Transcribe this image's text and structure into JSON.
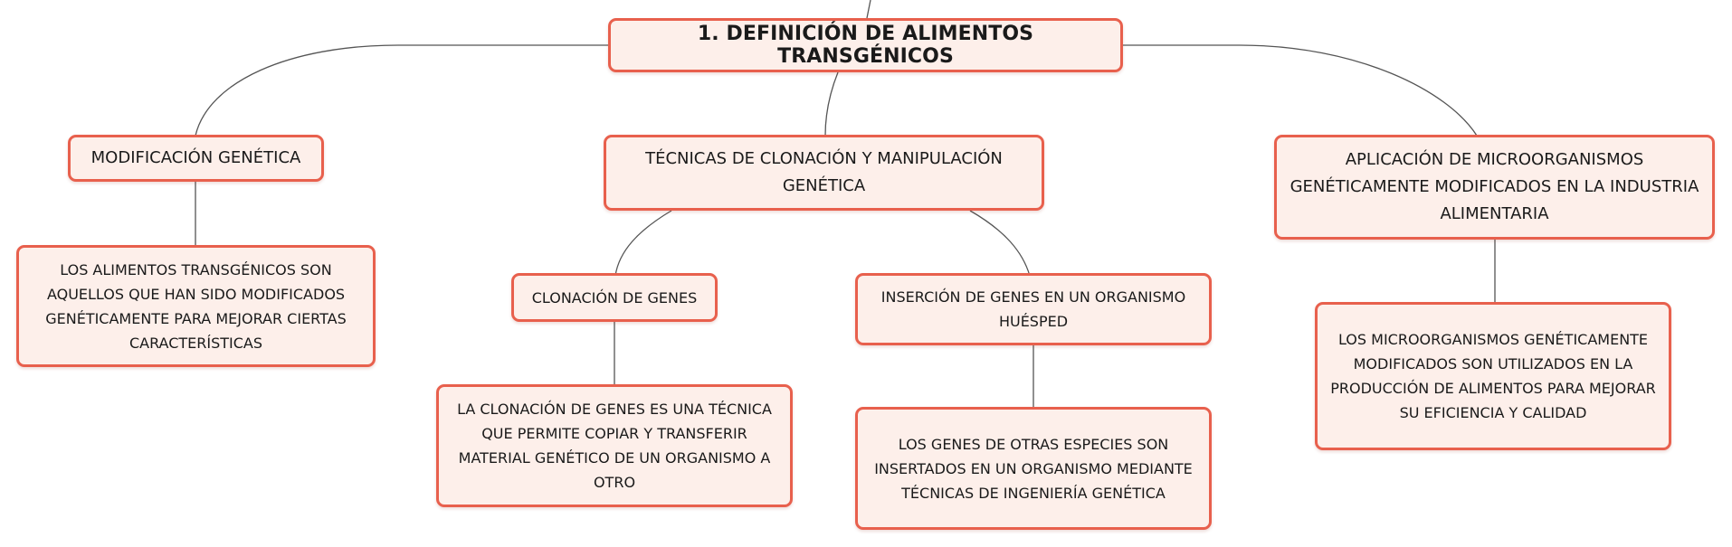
{
  "root": {
    "label": "1. DEFINICIÓN DE ALIMENTOS TRANSGÉNICOS"
  },
  "branches": {
    "modificacion": {
      "label": "MODIFICACIÓN GENÉTICA",
      "detail": "LOS ALIMENTOS TRANSGÉNICOS SON AQUELLOS QUE HAN SIDO MODIFICADOS GENÉTICAMENTE PARA MEJORAR CIERTAS CARACTERÍSTICAS"
    },
    "tecnicas": {
      "label": "TÉCNICAS DE CLONACIÓN Y MANIPULACIÓN GENÉTICA",
      "clonacion": {
        "label": "CLONACIÓN DE GENES",
        "detail": "LA CLONACIÓN DE GENES ES UNA TÉCNICA QUE PERMITE COPIAR Y TRANSFERIR MATERIAL GENÉTICO DE UN ORGANISMO A OTRO"
      },
      "insercion": {
        "label": "INSERCIÓN DE GENES EN UN ORGANISMO HUÉSPED",
        "detail": "LOS GENES DE OTRAS ESPECIES SON INSERTADOS EN UN ORGANISMO MEDIANTE TÉCNICAS DE INGENIERÍA GENÉTICA"
      }
    },
    "aplicacion": {
      "label": "APLICACIÓN DE MICROORGANISMOS GENÉTICAMENTE MODIFICADOS EN LA INDUSTRIA ALIMENTARIA",
      "detail": "LOS MICROORGANISMOS GENÉTICAMENTE MODIFICADOS SON UTILIZADOS EN LA PRODUCCIÓN DE ALIMENTOS PARA MEJORAR SU EFICIENCIA Y CALIDAD"
    }
  },
  "colors": {
    "node_fill": "#fdefea",
    "node_border": "#e8604d",
    "connector": "#555555",
    "text": "#1a1a1a"
  }
}
